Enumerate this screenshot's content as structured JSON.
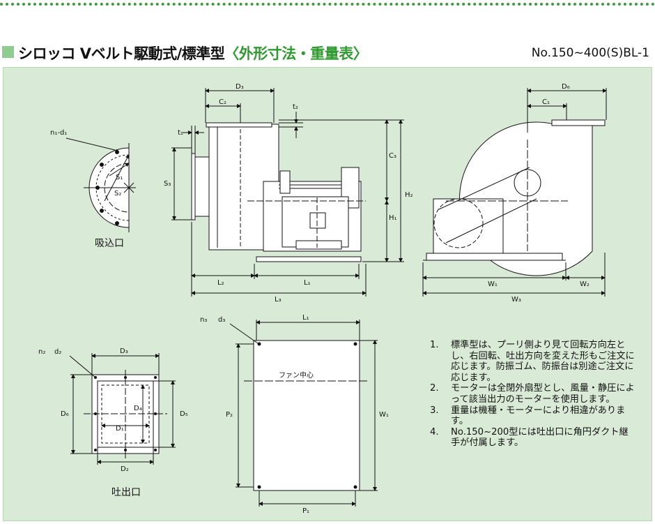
{
  "header": {
    "title_main": "シロッコ Vベルト駆動式/標準型",
    "title_highlight": "〈外形寸法・重量表〉",
    "model_range": "No.150~400(S)BL-1"
  },
  "side_view": {
    "labels": {
      "D3": "D₃",
      "C2": "C₂",
      "t2": "t₂",
      "t1": "t₁",
      "S3": "S₃",
      "C3": "C₃",
      "H1": "H₁",
      "H2": "H₂",
      "L2": "L₂",
      "L1": "L₁",
      "L3": "L₃"
    }
  },
  "front_view": {
    "labels": {
      "D6": "D₆",
      "C1": "C₁",
      "W1": "W₁",
      "W2": "W₂",
      "W3": "W₃"
    }
  },
  "inlet_view": {
    "caption": "吸込口",
    "labels": {
      "n1d1": "n₁-d₁",
      "S1": "S₁",
      "S2": "S₂"
    }
  },
  "outlet_view": {
    "caption": "吐出口",
    "labels": {
      "n2": "n₂",
      "d2": "d₂",
      "D3": "D₃",
      "D6": "D₆",
      "D5": "D₅",
      "D4": "D₄",
      "D1": "D₁",
      "D2": "D₂"
    }
  },
  "base_view": {
    "labels": {
      "n3": "n₃",
      "d3": "d₃",
      "L1": "L₁",
      "P2": "P₂",
      "W1": "W₁",
      "P1": "P₁",
      "fan_center": "ファン中心"
    }
  },
  "notes": [
    {
      "num": "1.",
      "text": "標準型は、プーリ側より見て回転方向左とし、右回転、吐出方向を変えた形もご注文に応じます。防振ゴム、防振台は別途ご注文に応じます。"
    },
    {
      "num": "2.",
      "text": "モーターは全閉外扇型とし、風量・静圧によって該当出力のモーターを使用します。"
    },
    {
      "num": "3.",
      "text": "重量は機種・モーターにより相違があります。"
    },
    {
      "num": "4.",
      "text": "No.150~200型には吐出口に角円ダクト継手が付属します。"
    }
  ]
}
